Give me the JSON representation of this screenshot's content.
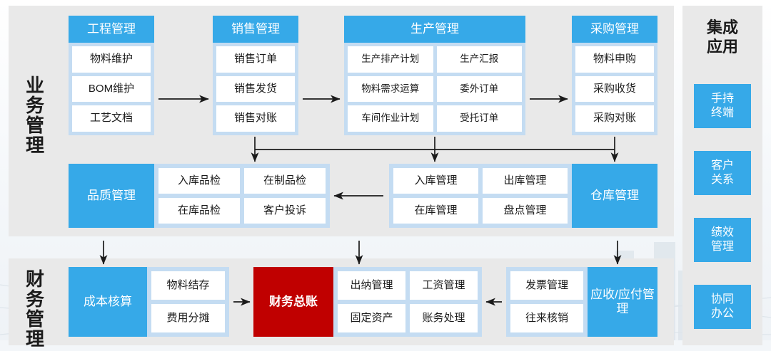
{
  "diagram": {
    "title_business": "业务管理",
    "title_finance": "财务管理",
    "apps_heading_line1": "集成",
    "apps_heading_line2": "应用",
    "colors": {
      "panel_bg": "#e9e9e9",
      "accent_blue": "#36a9e8",
      "light_blue": "#c4dcf2",
      "highlight_red": "#c00000",
      "cell_bg": "#ffffff",
      "text_dark": "#1b1b1b",
      "text_light": "#ffffff",
      "connector": "#1b1b1b"
    }
  },
  "business_label": {
    "c1": "业",
    "c2": "务",
    "c3": "管",
    "c4": "理"
  },
  "finance_label": {
    "c1": "财",
    "c2": "务",
    "c3": "管",
    "c4": "理"
  },
  "row_top": [
    {
      "header": "工程管理",
      "items": [
        "物料维护",
        "BOM维护",
        "工艺文档"
      ],
      "columns": 1
    },
    {
      "header": "销售管理",
      "items": [
        "销售订单",
        "销售发货",
        "销售对账"
      ],
      "columns": 1
    },
    {
      "header": "生产管理",
      "items": [
        "生产排产计划",
        "生产汇报",
        "物料需求运算",
        "委外订单",
        "车间作业计划",
        "受托订单"
      ],
      "columns": 2
    },
    {
      "header": "采购管理",
      "items": [
        "物料申购",
        "采购收货",
        "采购对账"
      ],
      "columns": 1
    }
  ],
  "row_middle": [
    {
      "header": "品质管理",
      "header_side": "left",
      "items": [
        "入库品检",
        "在制品检",
        "在库品检",
        "客户投诉"
      ]
    },
    {
      "header": "仓库管理",
      "header_side": "right",
      "items": [
        "入库管理",
        "出库管理",
        "在库管理",
        "盘点管理"
      ]
    }
  ],
  "row_finance": [
    {
      "header": "成本核算",
      "header_side": "left",
      "items": [
        "物料结存",
        "费用分摊"
      ]
    },
    {
      "header": "财务总账",
      "header_side": "left",
      "style": "red",
      "items": [
        "出纳管理",
        "工资管理",
        "固定资产",
        "账务处理"
      ]
    },
    {
      "header": "应收/应付管理",
      "header_side": "right",
      "items": [
        "发票管理",
        "往来核销"
      ]
    }
  ],
  "apps": [
    {
      "line1": "手持",
      "line2": "终端"
    },
    {
      "line1": "客户",
      "line2": "关系"
    },
    {
      "line1": "绩效",
      "line2": "管理"
    },
    {
      "line1": "协同",
      "line2": "办公"
    }
  ]
}
